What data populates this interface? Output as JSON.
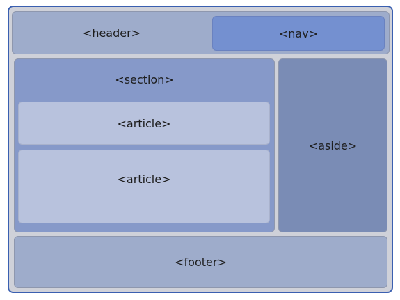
{
  "diagram": {
    "header_label": "<header>",
    "nav_label": "<nav>",
    "section_label": "<section>",
    "article1_label": "<article>",
    "article2_label": "<article>",
    "aside_label": "<aside>",
    "footer_label": "<footer>"
  },
  "colors": {
    "frame_border": "#3a5fb0",
    "frame_fill": "#cfd1d9",
    "header_fill": "#9eaccb",
    "nav_fill": "#7490d0",
    "section_fill": "#8699c9",
    "article_fill": "#b8c2dd",
    "aside_fill": "#7a8cb5",
    "footer_fill": "#9eaccb"
  }
}
